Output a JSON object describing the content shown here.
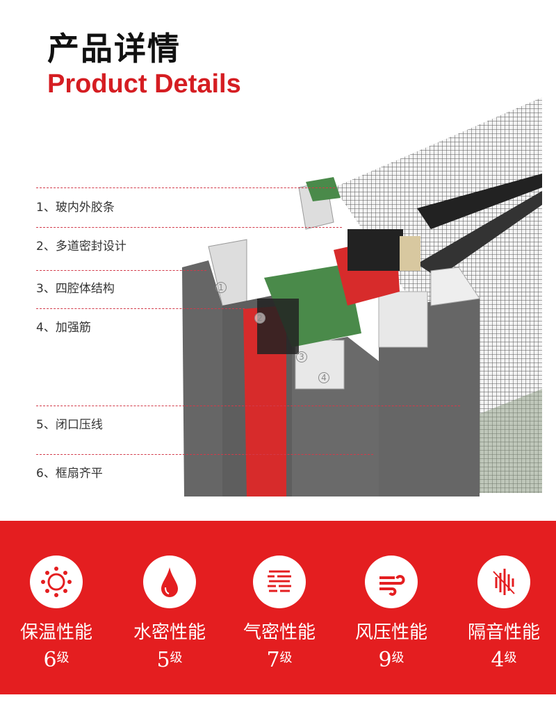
{
  "header": {
    "title_cn": "产品详情",
    "title_en": "Product Details"
  },
  "features": [
    {
      "label": "1、玻内外胶条"
    },
    {
      "label": "2、多道密封设计"
    },
    {
      "label": "3、四腔体结构"
    },
    {
      "label": "4、加强筋"
    },
    {
      "label": "5、闭口压线"
    },
    {
      "label": "6、框扇齐平"
    }
  ],
  "callouts": [
    "1",
    "2",
    "3",
    "4"
  ],
  "performance": [
    {
      "name": "保温性能",
      "grade": "6",
      "unit": "级",
      "icon": "sun-icon"
    },
    {
      "name": "水密性能",
      "grade": "5",
      "unit": "级",
      "icon": "water-drop-icon"
    },
    {
      "name": "气密性能",
      "grade": "7",
      "unit": "级",
      "icon": "air-lines-icon"
    },
    {
      "name": "风压性能",
      "grade": "9",
      "unit": "级",
      "icon": "wind-icon"
    },
    {
      "name": "隔音性能",
      "grade": "4",
      "unit": "级",
      "icon": "soundproof-icon"
    }
  ],
  "colors": {
    "brand_red": "#e41e20",
    "title_red": "#d51d22"
  }
}
